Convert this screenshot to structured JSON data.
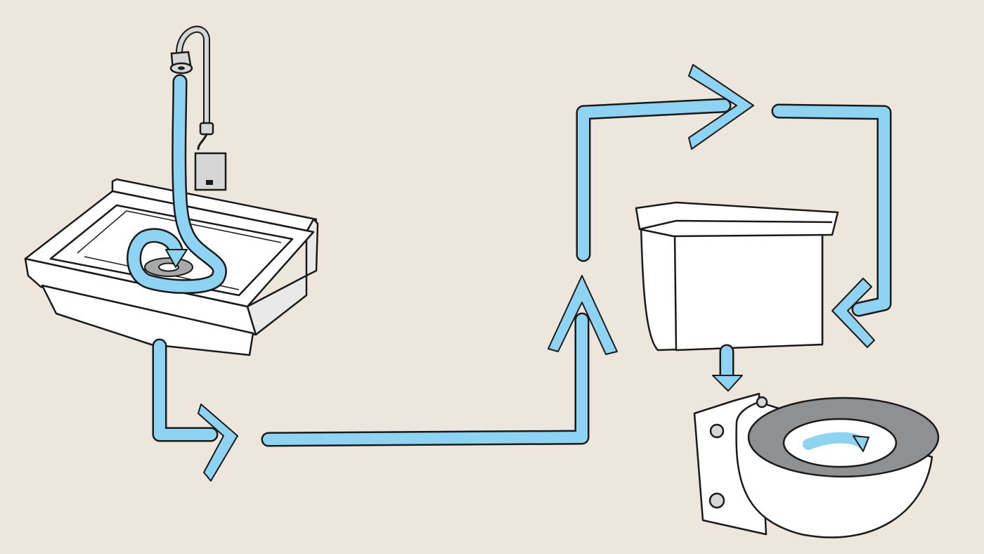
{
  "colors": {
    "background": "#ede6dc",
    "water": "#8fd3f2",
    "outline": "#1a1a1a",
    "porcelain": "#ffffff",
    "porcelain_shadow": "#e9e9ea",
    "drain_gray": "#a7a8aa",
    "seat_gray": "#8f9092",
    "chrome": "#d6d6d6"
  },
  "icons": {
    "faucet": "gooseneck-faucet-icon",
    "sensor": "faucet-sensor-icon",
    "sink": "wall-mounted-sink-icon",
    "tank": "toilet-tank-icon",
    "toilet": "wall-mounted-toilet-icon"
  },
  "diagram": {
    "nodes": [
      "sink",
      "toilet-tank",
      "toilet-bowl"
    ],
    "edges": [
      {
        "from": "faucet",
        "to": "sink-drain"
      },
      {
        "from": "sink-drain",
        "to": "toilet-tank"
      },
      {
        "from": "toilet-tank",
        "to": "toilet-bowl"
      }
    ]
  }
}
